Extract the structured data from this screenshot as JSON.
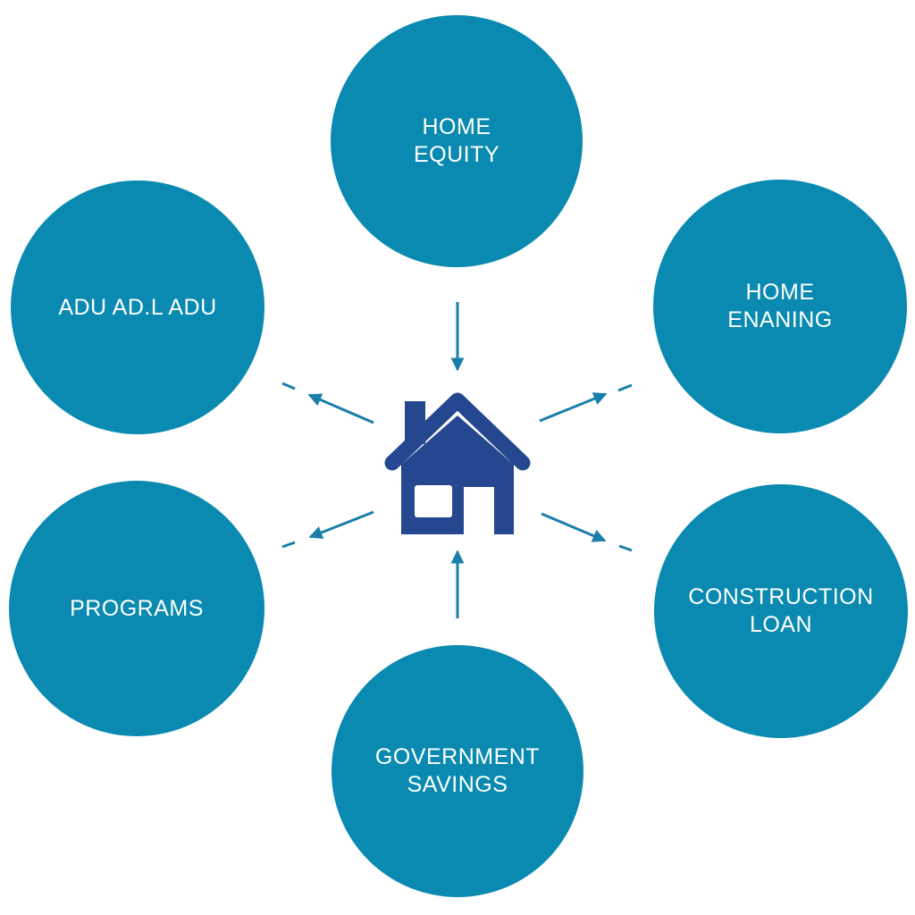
{
  "diagram": {
    "center_icon": "house-icon",
    "colors": {
      "node_fill": "#0a8ab0",
      "node_text": "#ffffff",
      "arrow": "#1a7fa8",
      "house": "#24478f"
    },
    "nodes": {
      "top": {
        "lines": [
          "HOME",
          "EQUITY"
        ]
      },
      "top_left": {
        "lines": [
          "ADU AD.L ADU"
        ]
      },
      "top_right": {
        "lines": [
          "HOME",
          "ENANING"
        ]
      },
      "bottom_left": {
        "lines": [
          "PROGRAMS"
        ]
      },
      "bottom_right": {
        "lines": [
          "CONSTRUCTION",
          "LOAN"
        ]
      },
      "bottom": {
        "lines": [
          "GOVERNMENT",
          "SAVINGS"
        ]
      }
    }
  }
}
